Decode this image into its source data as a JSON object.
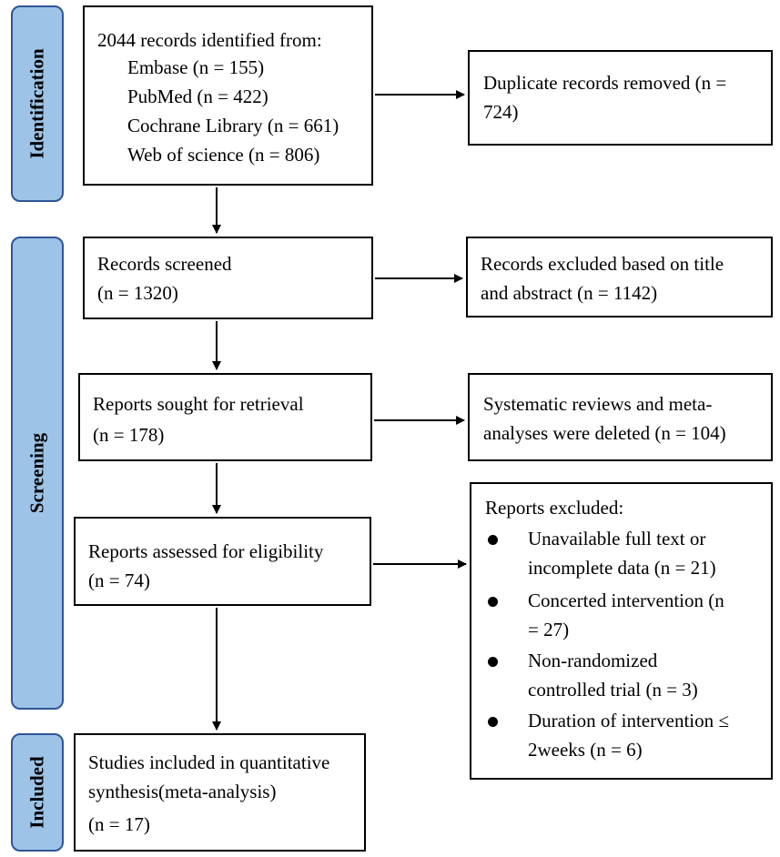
{
  "phases": {
    "identification": "Identification",
    "screening": "Screening",
    "included": "Included"
  },
  "identified": {
    "heading": "2044 records identified from:",
    "sources": [
      "Embase (n = 155)",
      "PubMed (n = 422)",
      "Cochrane Library (n = 661)",
      "Web of science (n = 806)"
    ]
  },
  "duplicates": {
    "line1": "Duplicate records removed (n =",
    "line2": "724)"
  },
  "screened": {
    "line1": "Records screened",
    "line2": "(n = 1320)"
  },
  "excluded_title": {
    "line1": "Records excluded based on title",
    "line2": "and abstract (n = 1142)"
  },
  "sought": {
    "line1": "Reports sought for retrieval",
    "line2": "(n = 178)"
  },
  "reviews_deleted": {
    "line1": "Systematic reviews and meta-",
    "line2": "analyses were deleted (n = 104)"
  },
  "assessed": {
    "line1": "Reports assessed for eligibility",
    "line2": "(n = 74)"
  },
  "reports_excluded": {
    "heading": "Reports excluded:",
    "items": [
      {
        "line1": "Unavailable full text or",
        "line2": "incomplete data (n = 21)"
      },
      {
        "line1": "Concerted intervention (n",
        "line2": "= 27)"
      },
      {
        "line1": "Non-randomized",
        "line2": "controlled trial (n = 3)"
      },
      {
        "line1": "Duration of intervention ≤",
        "line2": "2weeks (n = 6)"
      }
    ]
  },
  "included_studies": {
    "line1": "Studies included in quantitative",
    "line2": "synthesis(meta-analysis)",
    "line3": "(n = 17)"
  }
}
